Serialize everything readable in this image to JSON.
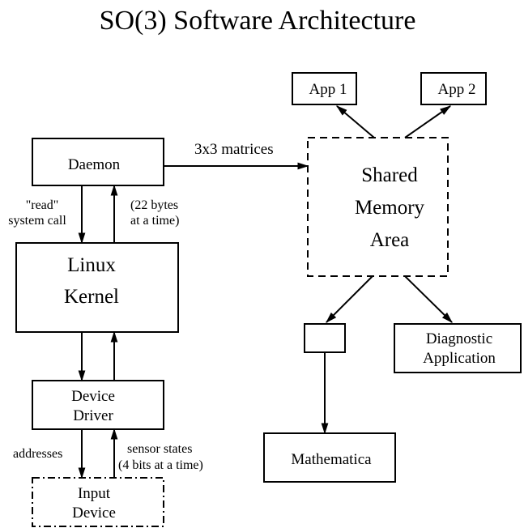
{
  "title": "SO(3) Software Architecture",
  "nodes": {
    "app1": "App 1",
    "app2": "App 2",
    "daemon": "Daemon",
    "shared_memory": [
      "Shared",
      "Memory",
      "Area"
    ],
    "linux_kernel": [
      "Linux",
      "Kernel"
    ],
    "device_driver": [
      "Device",
      "Driver"
    ],
    "input_device": [
      "Input",
      "Device"
    ],
    "diagnostic": [
      "Diagnostic",
      "Application"
    ],
    "mathematica": "Mathematica"
  },
  "edge_labels": {
    "matrices": "3x3 matrices",
    "read_call": [
      "\"read\"",
      "system call"
    ],
    "bytes": [
      "(22 bytes",
      "at a time)"
    ],
    "addresses": "addresses",
    "sensor_states": [
      "sensor states",
      "(4 bits at a time)"
    ]
  }
}
